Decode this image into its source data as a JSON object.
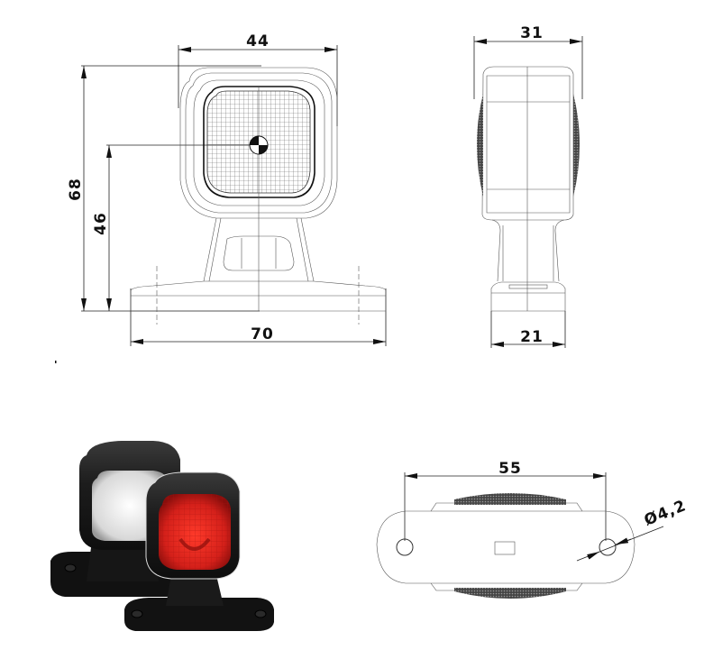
{
  "drawing": {
    "front_view": {
      "width_label": "44",
      "total_height_label": "68",
      "center_height_label": "46",
      "base_width_label": "70"
    },
    "side_view": {
      "head_depth_label": "31",
      "base_depth_label": "21"
    },
    "bottom_view": {
      "hole_spacing_label": "55",
      "hole_diameter_label": "Ø4,2"
    },
    "product_photo": {
      "lamps": [
        {
          "lens_color": "white",
          "lens_hex": "#e8e8e8"
        },
        {
          "lens_color": "red",
          "lens_hex": "#d0201c"
        }
      ],
      "housing_hex": "#1a1a1a"
    }
  }
}
